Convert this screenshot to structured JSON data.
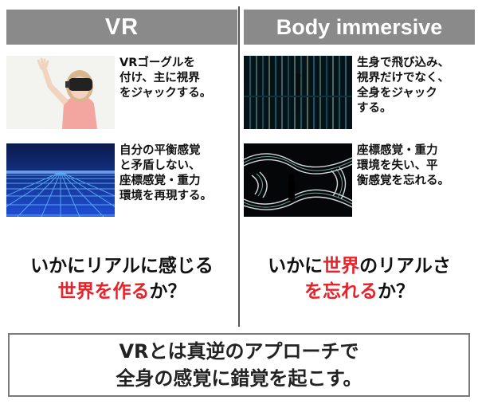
{
  "left": {
    "header": "VR",
    "row1_lines": [
      "VRゴーグルを",
      "付け、主に視界",
      "をジャックする。"
    ],
    "row2_lines": [
      "自分の平衡感覚",
      "と矛盾しない、",
      "座標感覚・重力",
      "環境を再現する。"
    ],
    "question": {
      "line1": "いかにリアルに感じる",
      "line2_red": "世界を作る",
      "line2_tail": "か？"
    }
  },
  "right": {
    "header": "Body immersive",
    "row1_lines": [
      "生身で飛び込み、",
      "視界だけでなく、",
      "全身をジャック",
      "する。"
    ],
    "row2_lines": [
      "座標感覚・重力",
      "環境を失い、平",
      "衡感覚を忘れる。"
    ],
    "question": {
      "line1_head": "いかに",
      "line1_red": "世界",
      "line1_tail": "のリアルさ",
      "line2_red": "を忘れる",
      "line2_tail": "か？"
    }
  },
  "footer": {
    "line1": "VRとは真逆のアプローチで",
    "line2": "全身の感覚に錯覚を起こす。"
  },
  "colors": {
    "header_bg": "#8a8a8a",
    "accent_red": "#e8222a"
  }
}
